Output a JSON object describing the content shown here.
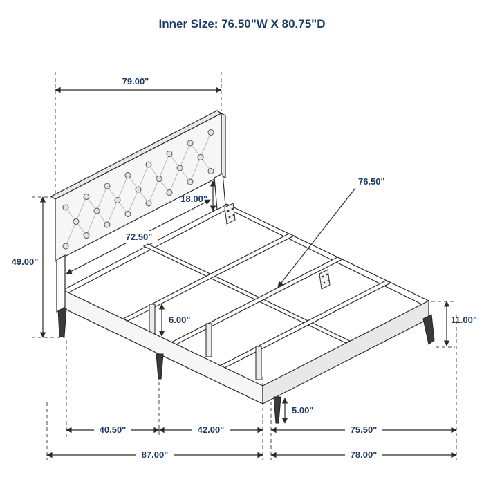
{
  "title": "Inner Size: 76.50\"W X 80.75\"D",
  "dimensions": {
    "headboard_width": "79.00\"",
    "headboard_height": "49.00\"",
    "inner_headboard_width": "72.50\"",
    "headboard_above_rail": "18.00\"",
    "inner_slat_width": "76.50\"",
    "center_leg_height": "6.00\"",
    "side_rail_height": "11.00\"",
    "foot_leg_height": "5.00\"",
    "leg_span_head": "40.50\"",
    "leg_span_mid": "42.00\"",
    "leg_span_foot": "75.50\"",
    "overall_depth": "87.00\"",
    "frame_depth": "78.00\""
  }
}
